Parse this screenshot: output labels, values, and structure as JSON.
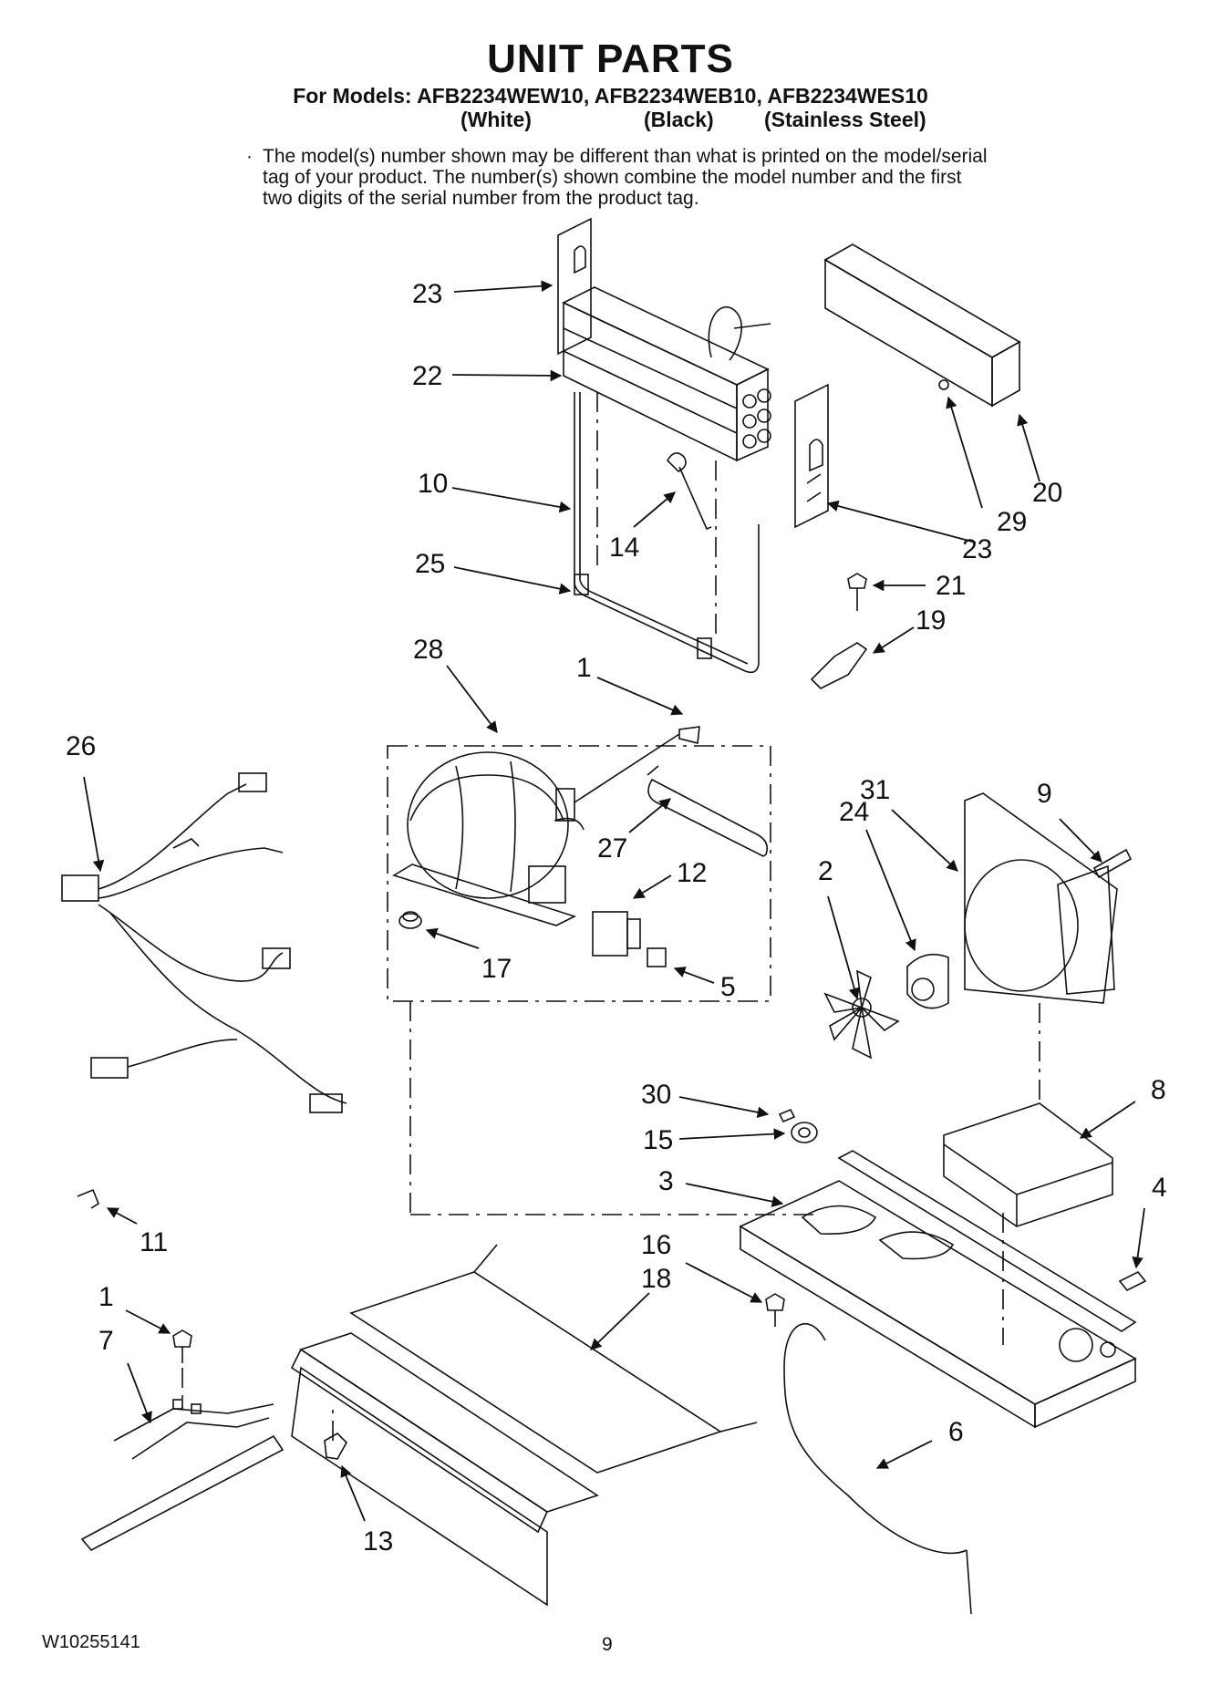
{
  "header": {
    "title": "UNIT PARTS",
    "models_line": "For Models: AFB2234WEW10, AFB2234WEB10, AFB2234WES10",
    "variants": [
      "(White)",
      "(Black)",
      "(Stainless Steel)"
    ]
  },
  "note": {
    "bullet": "·",
    "text": "The model(s) number shown may be different than what is printed on the model/serial tag of your product. The number(s) shown combine the model number and the first two digits of the serial number from the product tag."
  },
  "callouts": [
    "23",
    "22",
    "10",
    "14",
    "25",
    "28",
    "1",
    "26",
    "27",
    "12",
    "17",
    "5",
    "23",
    "29",
    "20",
    "21",
    "19",
    "31",
    "9",
    "24",
    "2",
    "8",
    "30",
    "15",
    "3",
    "4",
    "16",
    "18",
    "11",
    "1",
    "7",
    "6",
    "13"
  ],
  "footer": {
    "doc_code": "W10255141",
    "page_number": "9"
  }
}
